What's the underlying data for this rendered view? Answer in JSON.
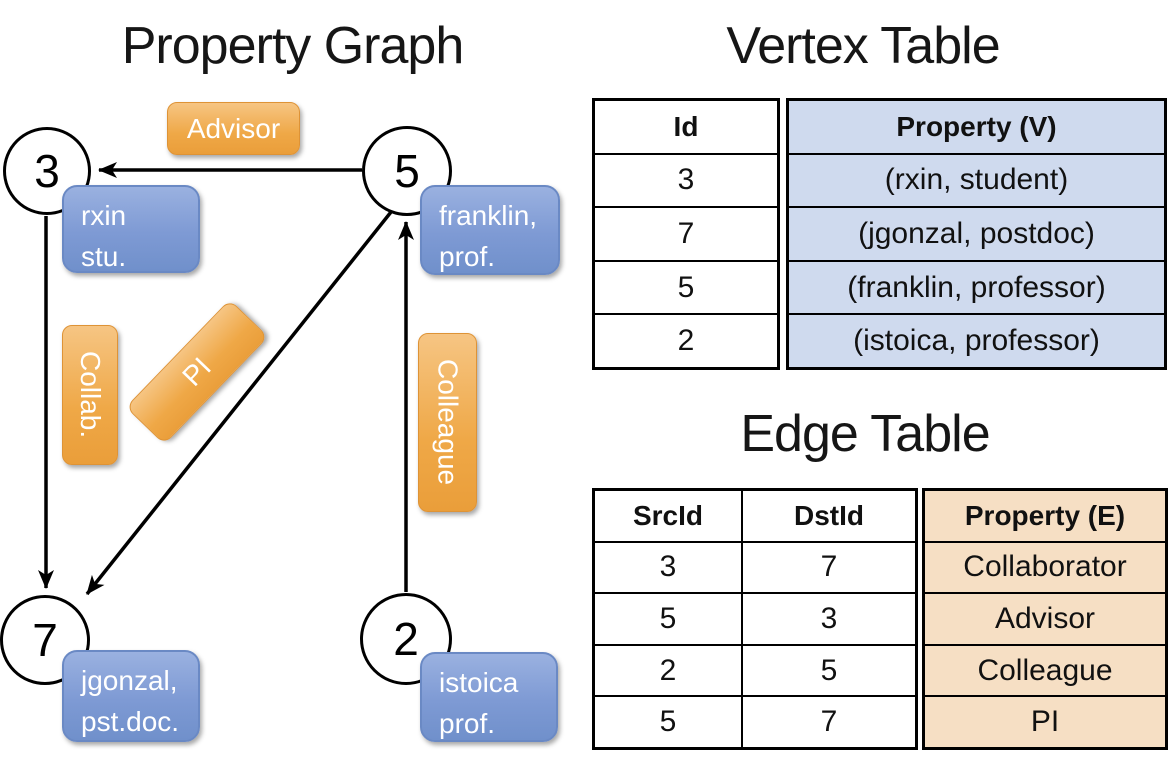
{
  "graph": {
    "title": "Property Graph",
    "nodes": [
      {
        "id": "3",
        "line1": "rxin",
        "line2": "stu."
      },
      {
        "id": "5",
        "line1": "franklin,",
        "line2": "prof."
      },
      {
        "id": "7",
        "line1": "jgonzal,",
        "line2": "pst.doc."
      },
      {
        "id": "2",
        "line1": "istoica",
        "line2": "prof."
      }
    ],
    "edge_labels": {
      "advisor": "Advisor",
      "collab": "Collab.",
      "pi": "PI",
      "colleague": "Colleague"
    }
  },
  "vertex_table": {
    "title": "Vertex Table",
    "headers": {
      "id": "Id",
      "property": "Property (V)"
    },
    "rows": [
      {
        "id": "3",
        "property": "(rxin, student)"
      },
      {
        "id": "7",
        "property": "(jgonzal, postdoc)"
      },
      {
        "id": "5",
        "property": "(franklin, professor)"
      },
      {
        "id": "2",
        "property": "(istoica, professor)"
      }
    ]
  },
  "edge_table": {
    "title": "Edge Table",
    "headers": {
      "src": "SrcId",
      "dst": "DstId",
      "property": "Property (E)"
    },
    "rows": [
      {
        "src": "3",
        "dst": "7",
        "property": "Collaborator"
      },
      {
        "src": "5",
        "dst": "3",
        "property": "Advisor"
      },
      {
        "src": "2",
        "dst": "5",
        "property": "Colleague"
      },
      {
        "src": "5",
        "dst": "7",
        "property": "PI"
      }
    ]
  },
  "colors": {
    "edge_label_orange": "#eda443",
    "vertex_property_blue": "#7b97d2",
    "vertex_table_fill": "#cfdaee",
    "edge_table_fill": "#f6dfc4",
    "stroke_black": "#000000"
  }
}
